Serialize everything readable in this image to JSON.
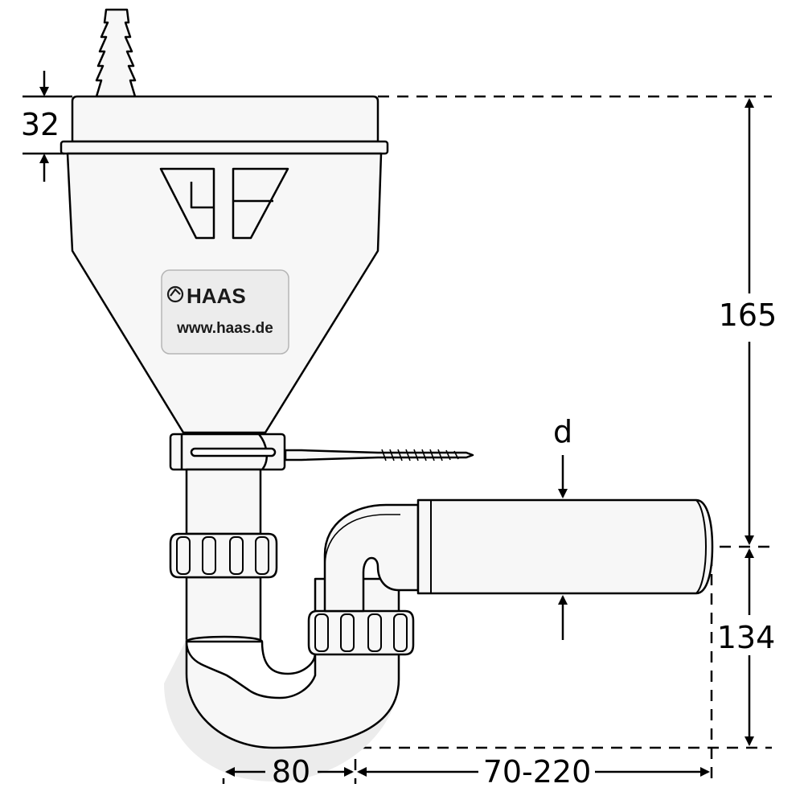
{
  "logo": {
    "brand": "HAAS",
    "url": "www.haas.de"
  },
  "dimensions": {
    "top_height": "32",
    "total_height": "165",
    "outlet_height": "134",
    "trap_width": "80",
    "outlet_length": "70-220",
    "pipe_diameter": "d"
  },
  "icons": {
    "logo_mark": "tap-icon"
  },
  "colors": {
    "line": "#000000",
    "fill_light": "#f7f7f7",
    "fill_mid": "#ececec",
    "fill_dark": "#d9d9d9"
  }
}
